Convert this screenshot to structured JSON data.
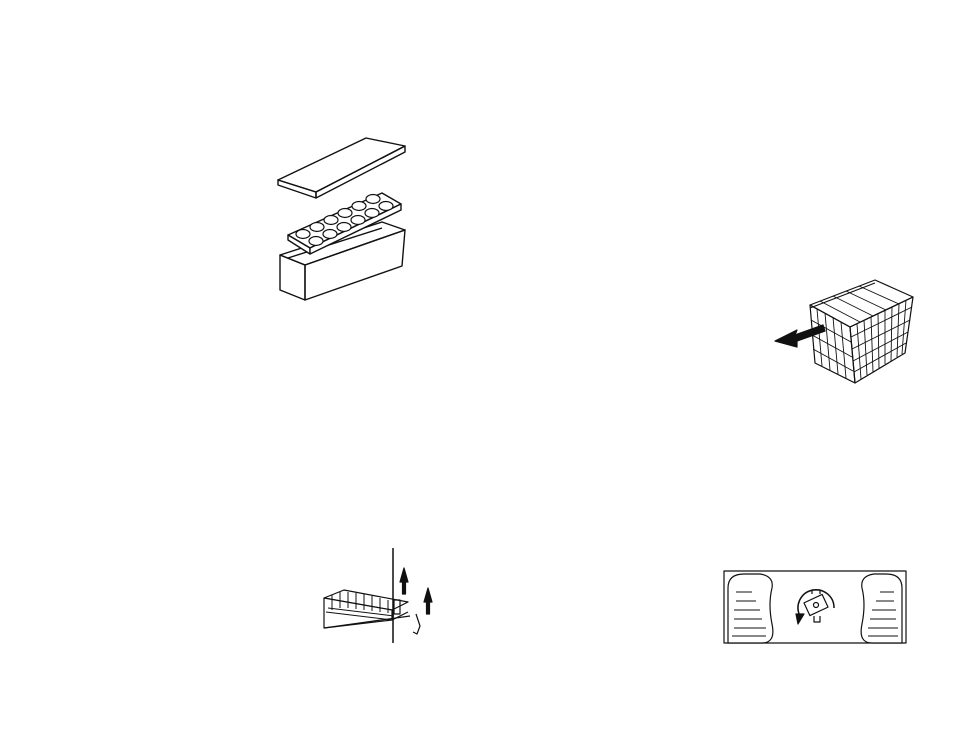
{
  "page": {
    "background": "#ffffff",
    "ink": "#111111"
  },
  "figures": [
    {
      "id": "egg-tray",
      "icon": "egg-tray-with-lid-illustration"
    },
    {
      "id": "wire-basket",
      "icon": "pull-out-wire-basket-illustration"
    },
    {
      "id": "shelf-removal",
      "icon": "wire-shelf-lift-out-illustration"
    },
    {
      "id": "temperature-control",
      "icon": "thermostat-control-panel-illustration"
    }
  ]
}
